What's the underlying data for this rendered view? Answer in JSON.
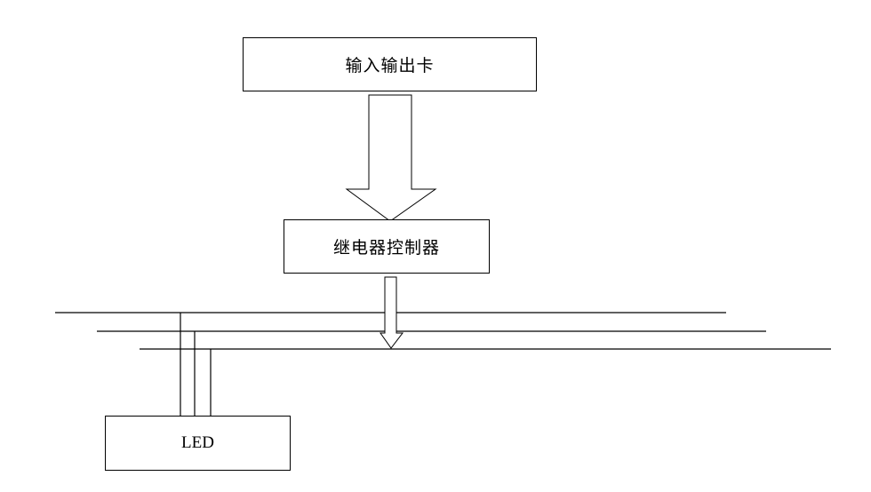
{
  "diagram": {
    "nodes": {
      "io_card": "输入输出卡",
      "relay_controller": "继电器控制器",
      "led": "LED"
    },
    "edges": [
      {
        "from": "io_card",
        "to": "relay_controller",
        "style": "block-arrow"
      },
      {
        "from": "relay_controller",
        "to": "bus",
        "style": "block-arrow"
      },
      {
        "from": "bus",
        "to": "led",
        "style": "parallel-lines"
      }
    ],
    "colors": {
      "stroke": "#000000",
      "fill": "#ffffff"
    }
  }
}
